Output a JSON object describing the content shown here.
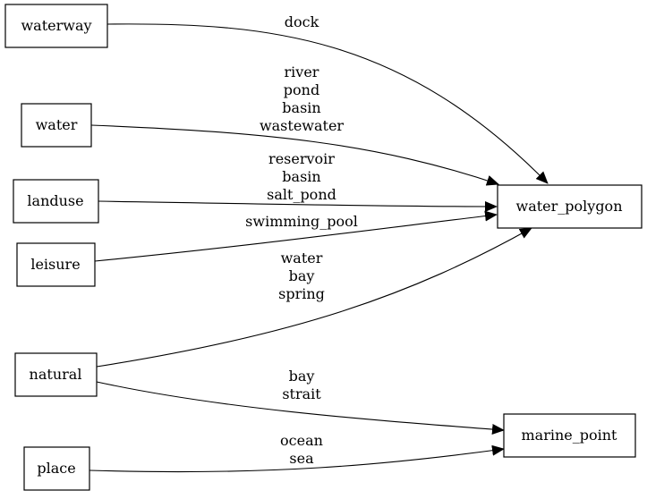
{
  "nodes": {
    "waterway": "waterway",
    "water": "water",
    "landuse": "landuse",
    "leisure": "leisure",
    "natural": "natural",
    "place": "place",
    "water_polygon": "water_polygon",
    "marine_point": "marine_point"
  },
  "edges": {
    "waterway_to_water_polygon": [
      "dock"
    ],
    "water_to_water_polygon": [
      "river",
      "pond",
      "basin",
      "wastewater"
    ],
    "landuse_to_water_polygon": [
      "reservoir",
      "basin",
      "salt_pond"
    ],
    "leisure_to_water_polygon": [
      "swimming_pool"
    ],
    "natural_to_water_polygon": [
      "water",
      "bay",
      "spring"
    ],
    "natural_to_marine_point": [
      "bay",
      "strait"
    ],
    "place_to_marine_point": [
      "ocean",
      "sea"
    ]
  }
}
